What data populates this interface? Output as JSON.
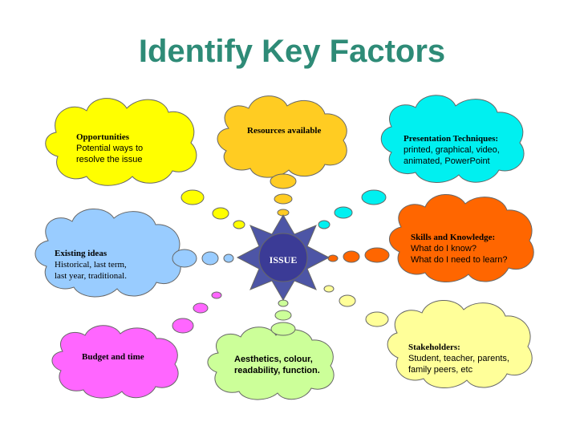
{
  "title": "Identify Key Factors",
  "center": {
    "label": "ISSUE",
    "fill": "#3b3b96",
    "ray_fill": "#4d55a6"
  },
  "clouds": [
    {
      "id": "opportunities",
      "heading": "Opportunities",
      "lines": [
        "Potential ways to",
        "resolve the issue"
      ],
      "color": "#ffff00"
    },
    {
      "id": "resources",
      "heading": "Resources available",
      "lines": [],
      "color": "#ffcc22"
    },
    {
      "id": "presentation",
      "heading": "Presentation Techniques:",
      "lines": [
        "printed, graphical, video,",
        "animated, PowerPoint"
      ],
      "color": "#00f0f0"
    },
    {
      "id": "existing",
      "heading": "Existing ideas",
      "lines": [
        "Historical, last term,",
        "last year, traditional."
      ],
      "color": "#99ccff"
    },
    {
      "id": "skills",
      "heading": "Skills and Knowledge:",
      "lines": [
        "What do I know?",
        "What do I need to learn?"
      ],
      "color": "#ff6600"
    },
    {
      "id": "budget",
      "heading": "Budget and time",
      "lines": [],
      "color": "#ff66ff"
    },
    {
      "id": "aesthetics",
      "heading": "",
      "lines": [
        "Aesthetics, colour,",
        "readability, function."
      ],
      "color": "#ccff99"
    },
    {
      "id": "stakeholders",
      "heading": "Stakeholders:",
      "lines": [
        "Student, teacher, parents,",
        "family peers, etc"
      ],
      "color": "#ffff99"
    }
  ]
}
